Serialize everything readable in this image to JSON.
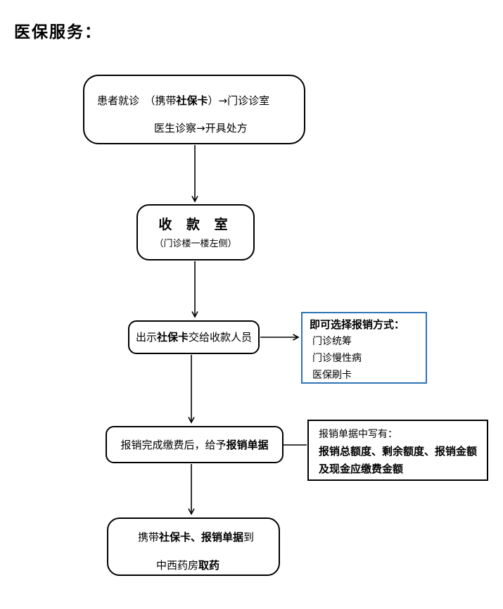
{
  "page": {
    "title": "医保服务："
  },
  "colors": {
    "note1_border_blue": "#2e74b5",
    "flow_line_black": "#000000"
  },
  "steps": {
    "step1": {
      "line1": {
        "s0": "患者就诊　（携带",
        "s1": "社保卡",
        "s2": "）→门诊诊室"
      },
      "line2": "医生诊察→开具处方"
    },
    "step2": {
      "title": "收 款 室",
      "subtitle": "（门诊楼一楼左侧）"
    },
    "step3": {
      "s0": "出示",
      "s1": "社保卡",
      "s2": "交给收款人员"
    },
    "step4": {
      "s0": "报销完成缴费后，给予",
      "s1": "报销单据"
    },
    "step5": {
      "line1": {
        "s0": "携带",
        "s1": "社保卡、报销单据",
        "s2": "到"
      },
      "line2": {
        "s0": "中西药房",
        "s1": "取药"
      }
    }
  },
  "notes": {
    "note1": {
      "header": "即可选择报销方式：",
      "items": [
        "门诊统筹",
        "门诊慢性病",
        "医保刷卡"
      ]
    },
    "note2": {
      "line1": "报销单据中写有：",
      "line2": "报销总额度、剩余额度、报销金额",
      "line3": "及现金应缴费金额"
    }
  }
}
